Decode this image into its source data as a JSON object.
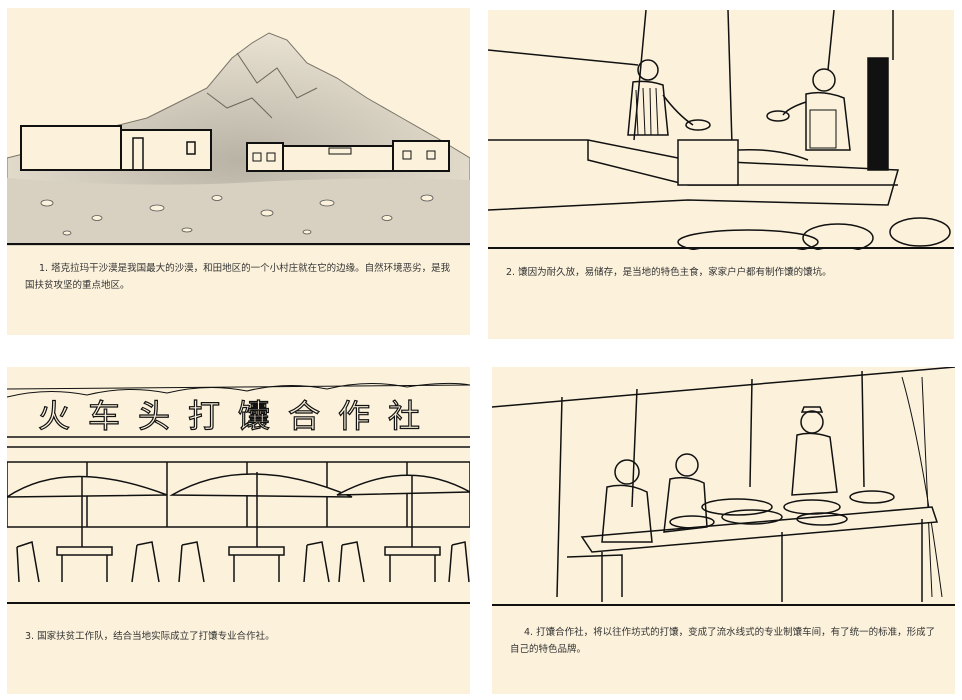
{
  "panels": [
    {
      "number": "1.",
      "caption": "塔克拉玛干沙漠是我国最大的沙漠，和田地区的一个小村庄就在它的边缘。自然环境恶劣，是我国扶贫攻坚的重点地区。"
    },
    {
      "number": "2.",
      "caption": "馕因为耐久放，易储存，是当地的特色主食，家家户户都有制作馕的馕坑。"
    },
    {
      "number": "3.",
      "caption": "国家扶贫工作队，结合当地实际成立了打馕专业合作社。",
      "sign_text": "火车头打馕合作社"
    },
    {
      "number": "4.",
      "caption": "打馕合作社，将以往作坊式的打馕，变成了流水线式的专业制馕车间，有了统一的标准，形成了自己的特色品牌。"
    }
  ],
  "colors": {
    "panel_bg": "#fcf2dc",
    "ink": "#222222",
    "caption_text": "#333333"
  }
}
